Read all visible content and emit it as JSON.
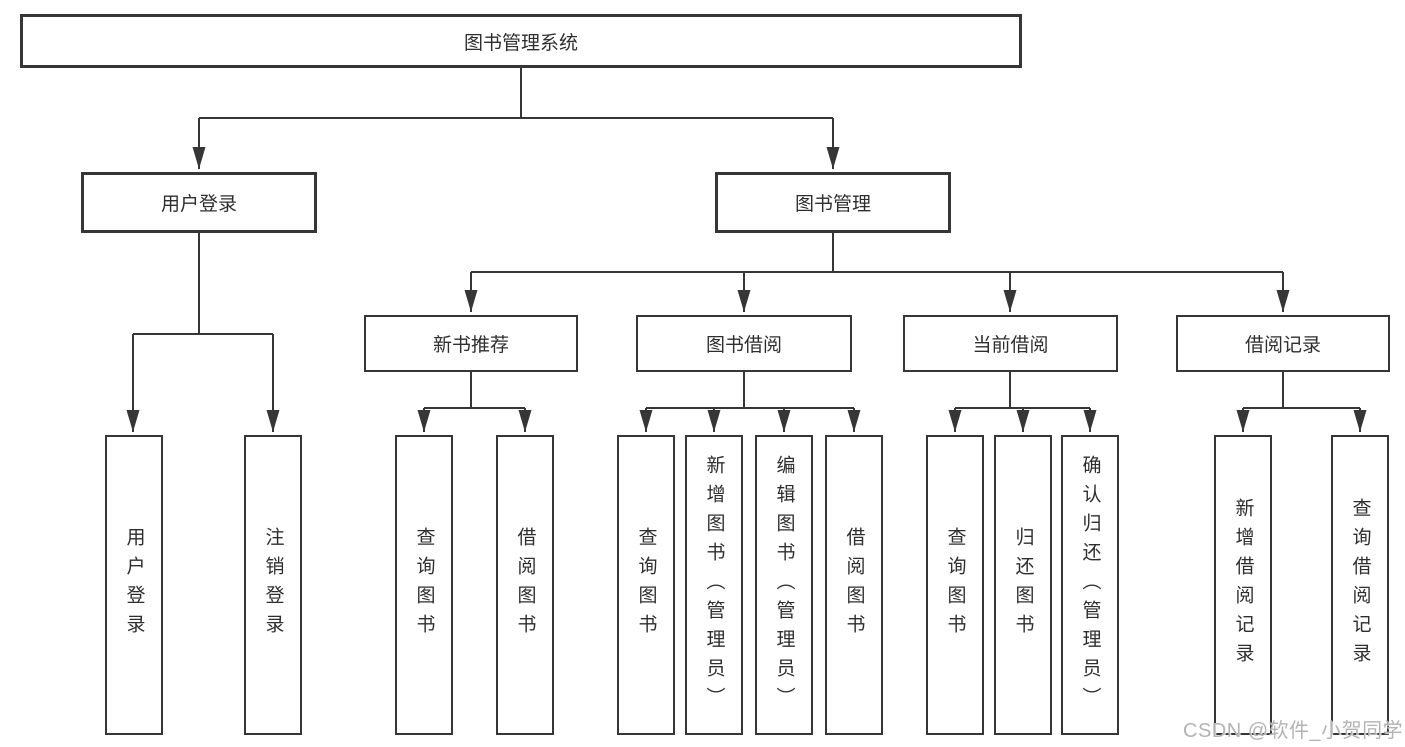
{
  "tree": {
    "label": "图书管理系统",
    "children": [
      {
        "label": "用户登录",
        "children": [
          {
            "label": "用户登录"
          },
          {
            "label": "注销登录"
          }
        ]
      },
      {
        "label": "图书管理",
        "children": [
          {
            "label": "新书推荐",
            "children": [
              {
                "label": "查询图书"
              },
              {
                "label": "借阅图书"
              }
            ]
          },
          {
            "label": "图书借阅",
            "children": [
              {
                "label": "查询图书"
              },
              {
                "label": "新增图书（管理员）"
              },
              {
                "label": "编辑图书（管理员）"
              },
              {
                "label": "借阅图书"
              }
            ]
          },
          {
            "label": "当前借阅",
            "children": [
              {
                "label": "查询图书"
              },
              {
                "label": "归还图书"
              },
              {
                "label": "确认归还（管理员）"
              }
            ]
          },
          {
            "label": "借阅记录",
            "children": [
              {
                "label": "新增借阅记录"
              },
              {
                "label": "查询借阅记录"
              }
            ]
          }
        ]
      }
    ]
  },
  "watermark": {
    "text": "CSDN @软件_小贺同学"
  },
  "colors": {
    "line": "#363636",
    "box_border": "#363636",
    "text": "#2e2e2e",
    "background": "#ffffff",
    "watermark": "#b3b3b3"
  }
}
